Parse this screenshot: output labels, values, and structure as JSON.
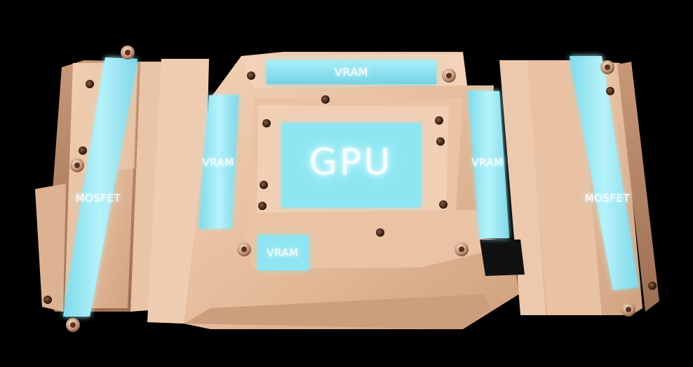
{
  "labels": {
    "gpu": "GPU",
    "vram_top": "VRAM",
    "vram_left": "VRAM",
    "vram_right": "VRAM",
    "vram_bottom": "VRAM",
    "mosfet_left": "MOSFET",
    "mosfet_right": "MOSFET"
  },
  "colors": {
    "background": "#000000",
    "copper": "#e8c0a0",
    "copper_shadow": "#b88868",
    "thermal_pad": "#8fe6f2",
    "glow": "#bff8ff"
  }
}
